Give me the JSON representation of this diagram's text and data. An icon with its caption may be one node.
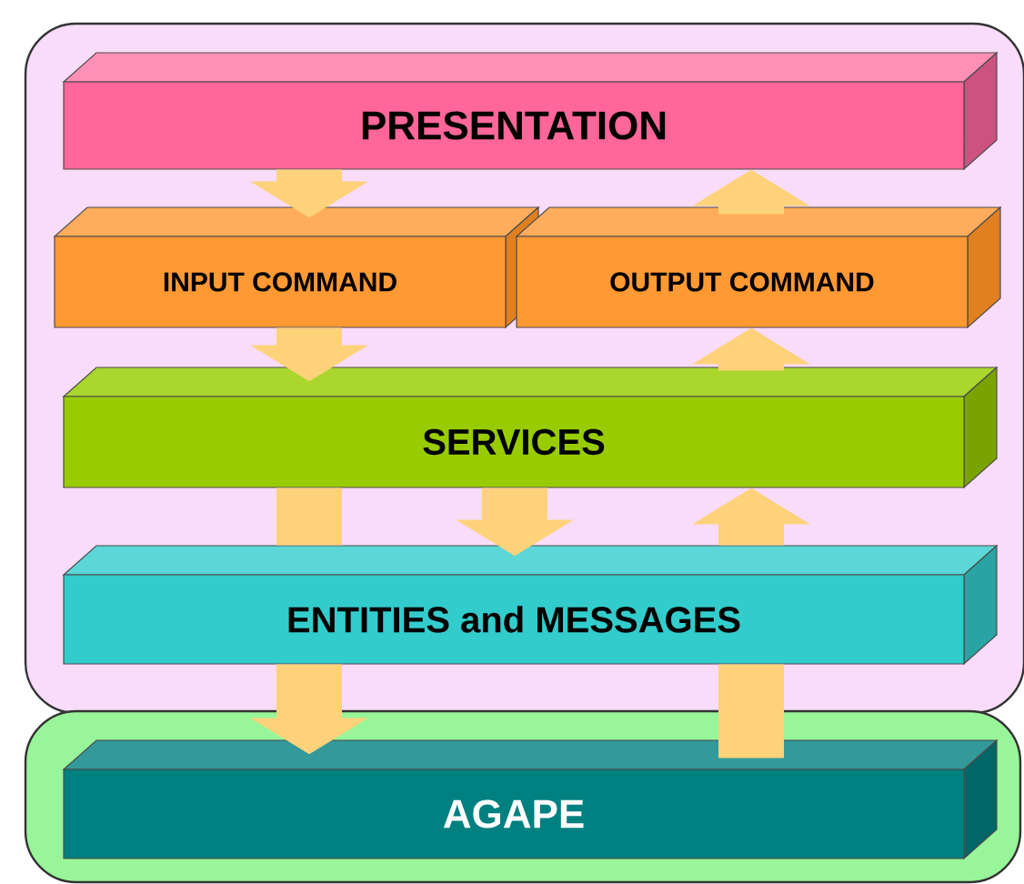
{
  "diagram": {
    "nodes": [
      {
        "text": [],
        "shape": "box"
      },
      {
        "text": [
          "PRESENTATION"
        ],
        "in": 0
      },
      {
        "text": [
          "INPUT COMMAND"
        ],
        "in": 0
      },
      {
        "text": [
          "OUTPUT COMMAND"
        ],
        "in": 0
      },
      {
        "text": [
          "SERVICES"
        ],
        "in": 0
      },
      {
        "text": [
          "ENTITIES and MESSAGES"
        ],
        "in": 0
      },
      {
        "text": [],
        "shape": "box"
      },
      {
        "text": [
          "AGAPE"
        ],
        "in": 6
      }
    ],
    "edges": [
      {
        "from": 1,
        "to": 2,
        "arrow": "to"
      },
      {
        "from": 2,
        "to": 4,
        "arrow": "to"
      },
      {
        "from": 4,
        "to": 3,
        "arrow": "to"
      },
      {
        "from": 3,
        "to": 1,
        "arrow": "to"
      },
      {
        "from": 4,
        "to": 5,
        "arrow": "to"
      },
      {
        "from": 4,
        "to": 5,
        "arrow": "none"
      },
      {
        "from": 5,
        "to": 7,
        "arrow": "to"
      },
      {
        "from": 7,
        "to": 5,
        "arrow": "none"
      },
      {
        "from": 5,
        "to": 4,
        "arrow": "to"
      }
    ]
  }
}
